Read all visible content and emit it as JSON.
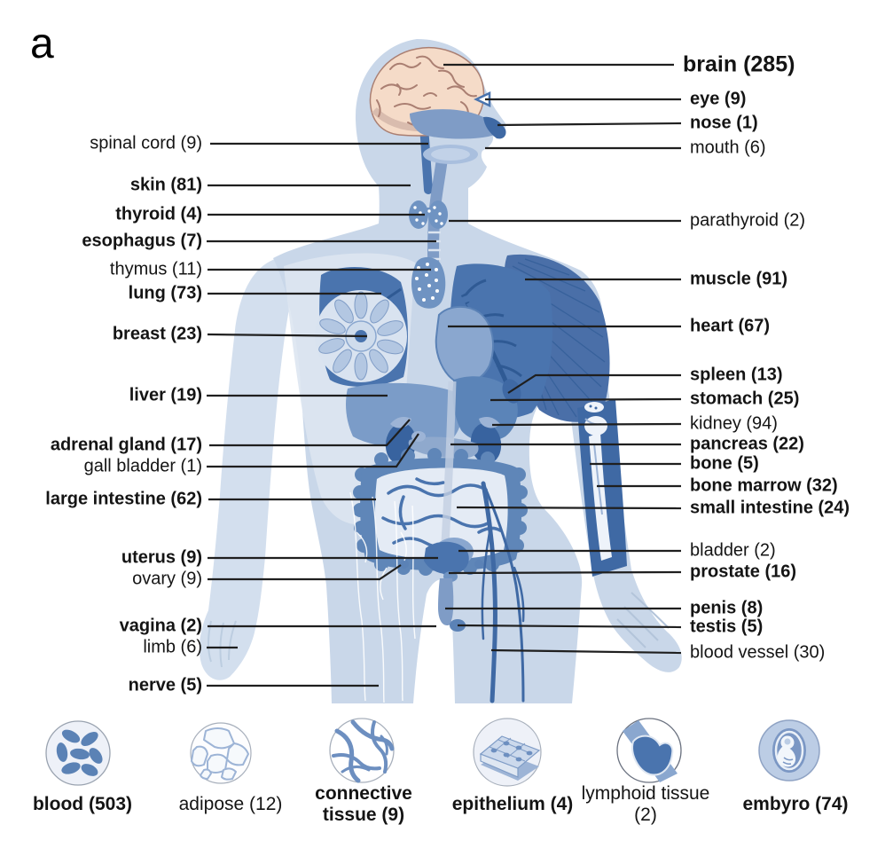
{
  "panel_label": "a",
  "colors": {
    "body_silhouette": "#c9d7e9",
    "body_light": "#dbe4f0",
    "organ_mid": "#7f9cc6",
    "organ_dark": "#4a74ae",
    "organ_darker": "#2f5a94",
    "intestine_light": "#e4ebf5",
    "brain_pink": "#f5dbc8",
    "leader_line": "#1f1f1f"
  },
  "body_labels": {
    "left": [
      {
        "text": "spinal cord (9)",
        "emphasis": false
      },
      {
        "text": "skin (81)",
        "emphasis": true
      },
      {
        "text": "thyroid (4)",
        "emphasis": true
      },
      {
        "text": "esophagus (7)",
        "emphasis": true
      },
      {
        "text": "thymus (11)",
        "emphasis": false
      },
      {
        "text": "lung (73)",
        "emphasis": true
      },
      {
        "text": "breast (23)",
        "emphasis": true
      },
      {
        "text": "liver (19)",
        "emphasis": true
      },
      {
        "text": "adrenal gland (17)",
        "emphasis": true
      },
      {
        "text": "gall bladder (1)",
        "emphasis": false
      },
      {
        "text": "large intestine (62)",
        "emphasis": true
      },
      {
        "text": "uterus (9)",
        "emphasis": true
      },
      {
        "text": "ovary (9)",
        "emphasis": false
      },
      {
        "text": "vagina (2)",
        "emphasis": true
      },
      {
        "text": "limb (6)",
        "emphasis": false
      },
      {
        "text": "nerve (5)",
        "emphasis": true
      }
    ],
    "right": [
      {
        "text": "brain (285)",
        "emphasis": true
      },
      {
        "text": "eye (9)",
        "emphasis": true
      },
      {
        "text": "nose (1)",
        "emphasis": true
      },
      {
        "text": "mouth (6)",
        "emphasis": false
      },
      {
        "text": "parathyroid (2)",
        "emphasis": false
      },
      {
        "text": "muscle (91)",
        "emphasis": true
      },
      {
        "text": "heart (67)",
        "emphasis": true
      },
      {
        "text": "spleen (13)",
        "emphasis": true
      },
      {
        "text": "stomach (25)",
        "emphasis": true
      },
      {
        "text": "kidney (94)",
        "emphasis": false
      },
      {
        "text": "pancreas (22)",
        "emphasis": true
      },
      {
        "text": "bone (5)",
        "emphasis": true
      },
      {
        "text": "bone marrow (32)",
        "emphasis": true
      },
      {
        "text": "small intestine (24)",
        "emphasis": true
      },
      {
        "text": "bladder (2)",
        "emphasis": false
      },
      {
        "text": "prostate (16)",
        "emphasis": true
      },
      {
        "text": "penis (8)",
        "emphasis": true
      },
      {
        "text": "testis (5)",
        "emphasis": true
      },
      {
        "text": "blood vessel (30)",
        "emphasis": false
      }
    ]
  },
  "legend": [
    {
      "text": "blood (503)",
      "emphasis": true,
      "icon": "blood-cells-icon"
    },
    {
      "text": "adipose (12)",
      "emphasis": false,
      "icon": "adipose-cells-icon"
    },
    {
      "text": "connective tissue (9)",
      "emphasis": true,
      "icon": "connective-fibers-icon"
    },
    {
      "text": "epithelium (4)",
      "emphasis": true,
      "icon": "epithelium-cells-icon"
    },
    {
      "text": "lymphoid tissue (2)",
      "emphasis": false,
      "icon": "lymph-node-icon"
    },
    {
      "text": "embyro (74)",
      "emphasis": true,
      "icon": "embryo-icon"
    }
  ]
}
